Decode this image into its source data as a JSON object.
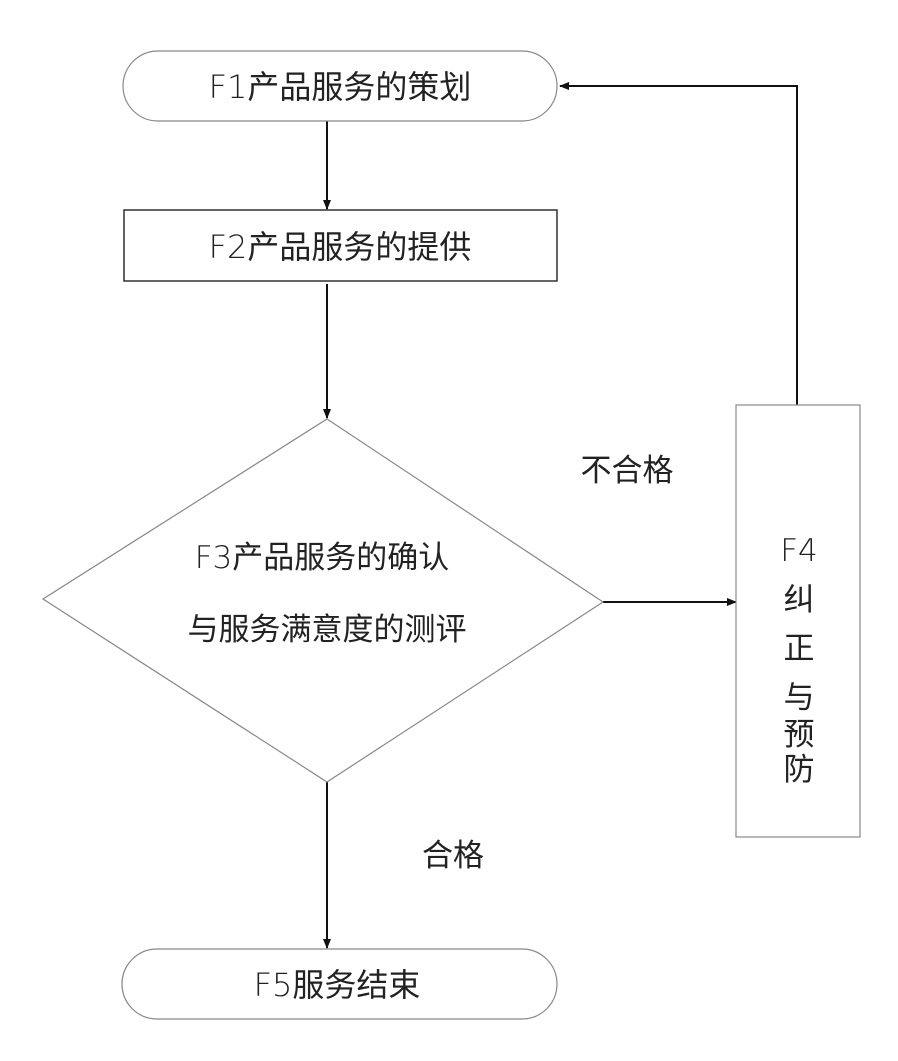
{
  "diagram": {
    "type": "flowchart",
    "nodes": {
      "f1": {
        "id": "F1",
        "label": "F1产品服务的策划",
        "shape": "terminator"
      },
      "f2": {
        "id": "F2",
        "label": "F2产品服务的提供",
        "shape": "process"
      },
      "f3": {
        "id": "F3",
        "label_lines": [
          "F3产品服务的确认",
          "与服务满意度的测评"
        ],
        "shape": "decision"
      },
      "f4": {
        "id": "F4",
        "label_lines": [
          "F4",
          "纠",
          "正",
          "与",
          "预",
          "防"
        ],
        "shape": "process"
      },
      "f5": {
        "id": "F5",
        "label": "F5服务结束",
        "shape": "terminator"
      }
    },
    "edges": [
      {
        "from": "F1",
        "to": "F2",
        "label": ""
      },
      {
        "from": "F2",
        "to": "F3",
        "label": ""
      },
      {
        "from": "F3",
        "to": "F4",
        "label": "不合格"
      },
      {
        "from": "F3",
        "to": "F5",
        "label": "合格"
      },
      {
        "from": "F4",
        "to": "F1",
        "label": ""
      }
    ],
    "edge_labels": {
      "fail": "不合格",
      "pass": "合格"
    }
  }
}
